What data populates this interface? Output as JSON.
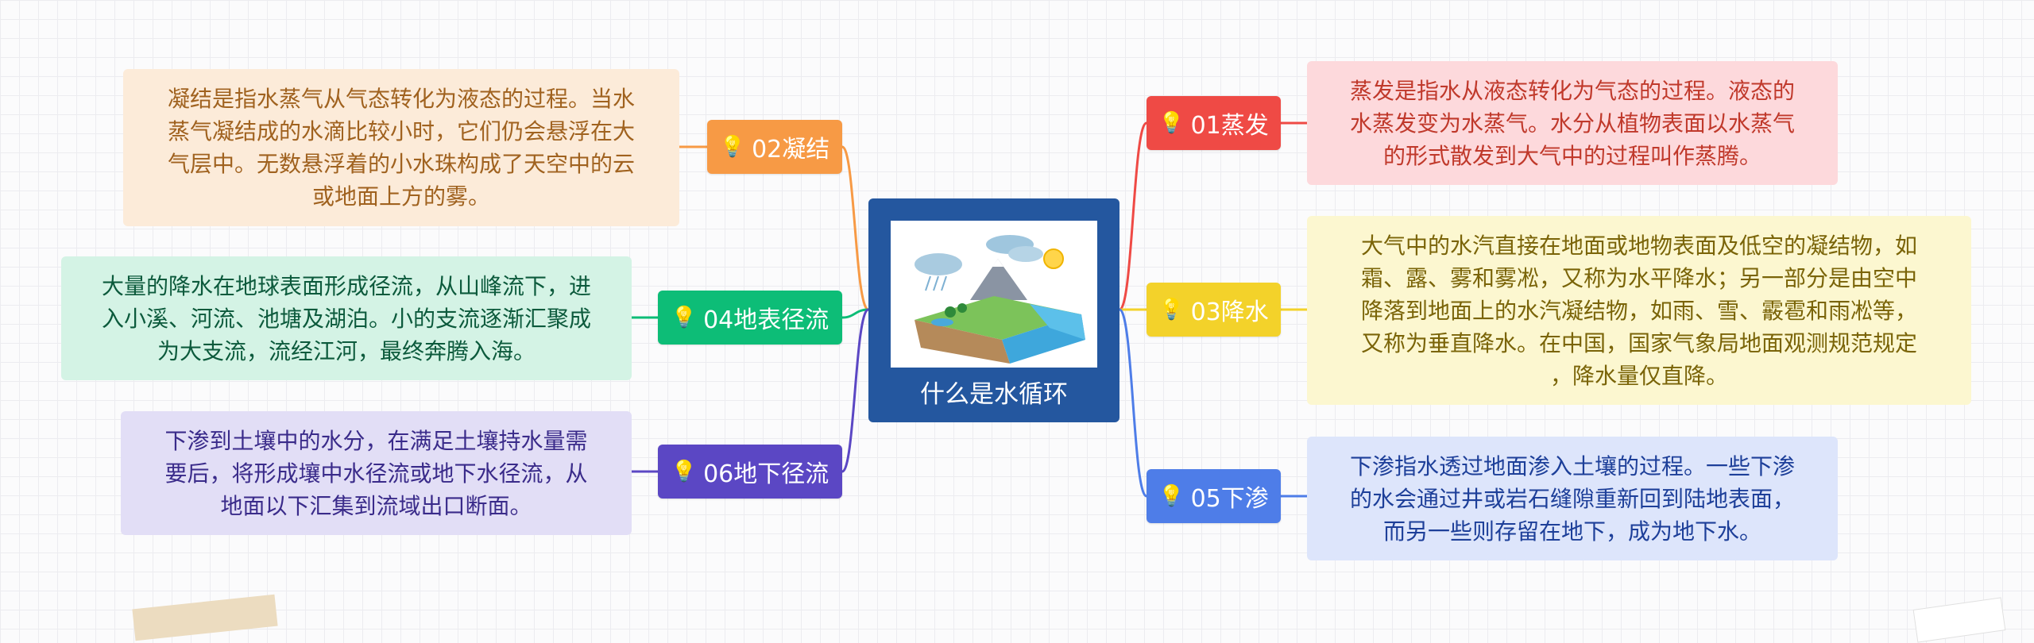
{
  "center": {
    "title": "什么是水循环",
    "illustration": "water-cycle-illustration"
  },
  "branches": [
    {
      "id": "b01",
      "label": "01蒸发",
      "icon": "lightbulb-icon",
      "color": "#ef4a45",
      "desc_bg": "#fdd9dc",
      "desc_text_color": "#c0392b",
      "desc": [
        "蒸发是指水从液态转化为气态的过程。液态的",
        "水蒸发变为水蒸气。水分从植物表面以水蒸气",
        "的形式散发到大气中的过程叫作蒸腾。"
      ]
    },
    {
      "id": "b02",
      "label": "02凝结",
      "icon": "lightbulb-icon",
      "color": "#f79a45",
      "desc_bg": "#fcebd9",
      "desc_text_color": "#a0621f",
      "desc": [
        "凝结是指水蒸气从气态转化为液态的过程。当水",
        "蒸气凝结成的水滴比较小时，它们仍会悬浮在大",
        "气层中。无数悬浮着的小水珠构成了天空中的云",
        "或地面上方的雾。"
      ]
    },
    {
      "id": "b03",
      "label": "03降水",
      "icon": "lightbulb-icon",
      "color": "#f3d22a",
      "desc_bg": "#fcf7d0",
      "desc_text_color": "#7a6408",
      "desc": [
        "大气中的水汽直接在地面或地物表面及低空的凝结物，如",
        "霜、露、雾和雾凇，又称为水平降水；另一部分是由空中",
        "降落到地面上的水汽凝结物，如雨、雪、霰雹和雨凇等，",
        "又称为垂直降水。在中国，国家气象局地面观测规范规定",
        "，降水量仅直降。"
      ]
    },
    {
      "id": "b04",
      "label": "04地表径流",
      "icon": "lightbulb-icon",
      "color": "#0dbd77",
      "desc_bg": "#d4f3e5",
      "desc_text_color": "#0c5a3c",
      "desc": [
        "大量的降水在地球表面形成径流，从山峰流下，进",
        "入小溪、河流、池塘及湖泊。小的支流逐渐汇聚成",
        "为大支流，流经江河，最终奔腾入海。"
      ]
    },
    {
      "id": "b05",
      "label": "05下渗",
      "icon": "lightbulb-icon",
      "color": "#4e7de8",
      "desc_bg": "#dde5fb",
      "desc_text_color": "#1d3f99",
      "desc": [
        "下渗指水透过地面渗入土壤的过程。一些下渗",
        "的水会通过井或岩石缝隙重新回到陆地表面，",
        "而另一些则存留在地下，成为地下水。"
      ]
    },
    {
      "id": "b06",
      "label": "06地下径流",
      "icon": "lightbulb-icon",
      "color": "#5b47c4",
      "desc_bg": "#e2def6",
      "desc_text_color": "#3a2b8a",
      "desc": [
        "下渗到土壤中的水分，在满足土壤持水量需",
        "要后，将形成壤中水径流或地下水径流，从",
        "地面以下汇集到流域出口断面。"
      ]
    }
  ]
}
